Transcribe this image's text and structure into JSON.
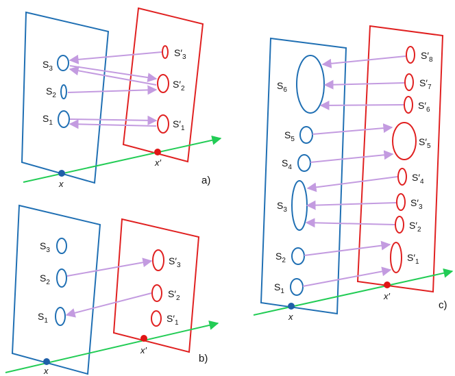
{
  "colors": {
    "blue": "#1f6fb3",
    "red": "#e02020",
    "axis": "#22cc55",
    "arrow": "#c39be0",
    "point_blue": "#1f5fa8",
    "point_red": "#e01515",
    "text": "#111111"
  },
  "panels": {
    "a": {
      "label": "a)",
      "x_label": "x",
      "xprime_label": "x′",
      "blue_sets": [
        {
          "base": "S",
          "sub": "3"
        },
        {
          "base": "S",
          "sub": "2"
        },
        {
          "base": "S",
          "sub": "1"
        }
      ],
      "red_sets": [
        {
          "base": "S′",
          "sub": "3"
        },
        {
          "base": "S′",
          "sub": "2"
        },
        {
          "base": "S′",
          "sub": "1"
        }
      ]
    },
    "b": {
      "label": "b)",
      "x_label": "x",
      "xprime_label": "x′",
      "blue_sets": [
        {
          "base": "S",
          "sub": "3"
        },
        {
          "base": "S",
          "sub": "2"
        },
        {
          "base": "S",
          "sub": "1"
        }
      ],
      "red_sets": [
        {
          "base": "S′",
          "sub": "3"
        },
        {
          "base": "S′",
          "sub": "2"
        },
        {
          "base": "S′",
          "sub": "1"
        }
      ]
    },
    "c": {
      "label": "c)",
      "x_label": "x",
      "xprime_label": "x′",
      "blue_sets": [
        {
          "base": "S",
          "sub": "6"
        },
        {
          "base": "S",
          "sub": "5"
        },
        {
          "base": "S",
          "sub": "4"
        },
        {
          "base": "S",
          "sub": "3"
        },
        {
          "base": "S",
          "sub": "2"
        },
        {
          "base": "S",
          "sub": "1"
        }
      ],
      "red_sets": [
        {
          "base": "S′",
          "sub": "8"
        },
        {
          "base": "S′",
          "sub": "7"
        },
        {
          "base": "S′",
          "sub": "6"
        },
        {
          "base": "S′",
          "sub": "5"
        },
        {
          "base": "S′",
          "sub": "4"
        },
        {
          "base": "S′",
          "sub": "3"
        },
        {
          "base": "S′",
          "sub": "2"
        },
        {
          "base": "S′",
          "sub": "1"
        }
      ]
    }
  }
}
